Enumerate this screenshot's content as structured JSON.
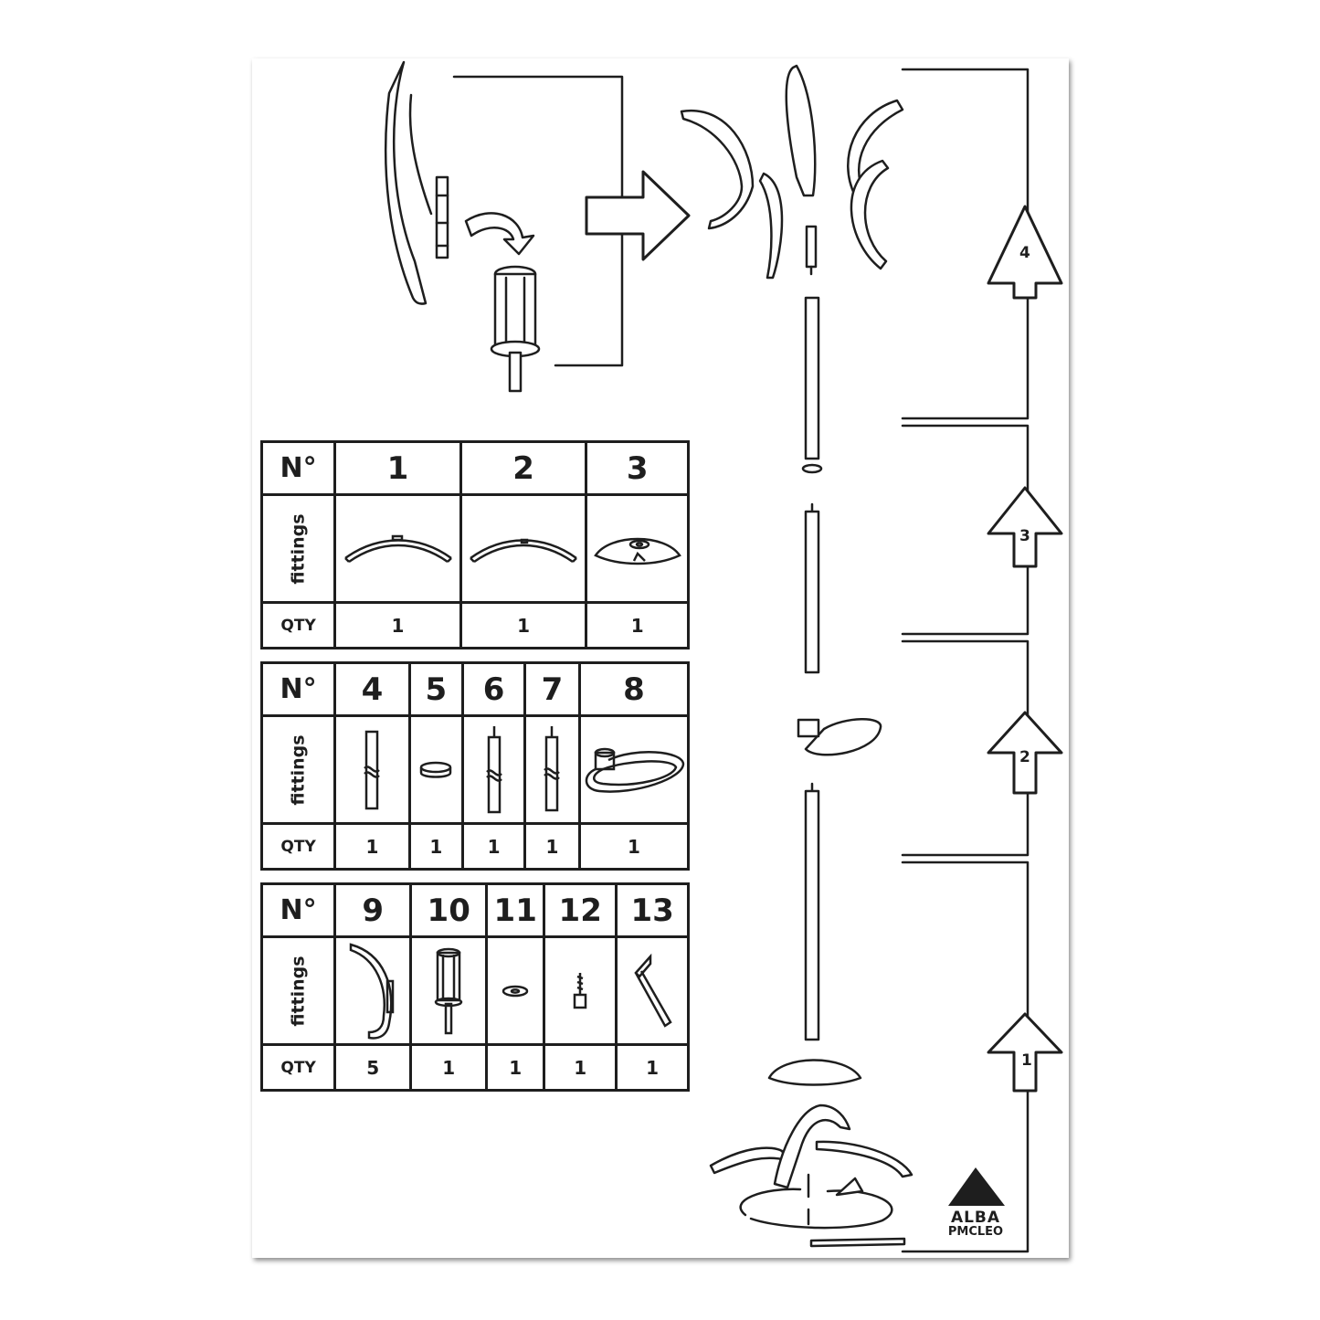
{
  "no_label": "N°",
  "fittings_label": "fittings",
  "qty_label": "QTY",
  "tables": [
    {
      "parts": [
        {
          "no": "1",
          "qty": "1",
          "icon": "arc-bar-icon"
        },
        {
          "no": "2",
          "qty": "1",
          "icon": "arc-bar-icon"
        },
        {
          "no": "3",
          "qty": "1",
          "icon": "dome-cap-icon"
        }
      ]
    },
    {
      "parts": [
        {
          "no": "4",
          "qty": "1",
          "icon": "tube-icon"
        },
        {
          "no": "5",
          "qty": "1",
          "icon": "ring-icon"
        },
        {
          "no": "6",
          "qty": "1",
          "icon": "tube-pin-icon"
        },
        {
          "no": "7",
          "qty": "1",
          "icon": "tube-two-pins-icon"
        },
        {
          "no": "8",
          "qty": "1",
          "icon": "tray-icon"
        }
      ]
    },
    {
      "parts": [
        {
          "no": "9",
          "qty": "5",
          "icon": "hook-icon"
        },
        {
          "no": "10",
          "qty": "1",
          "icon": "hub-connector-icon"
        },
        {
          "no": "11",
          "qty": "1",
          "icon": "washer-icon"
        },
        {
          "no": "12",
          "qty": "1",
          "icon": "screw-icon"
        },
        {
          "no": "13",
          "qty": "1",
          "icon": "allen-key-icon"
        }
      ]
    }
  ],
  "steps": [
    "1",
    "2",
    "3",
    "4"
  ],
  "brand": {
    "name": "ALBA",
    "sub": "PMCLEO"
  }
}
